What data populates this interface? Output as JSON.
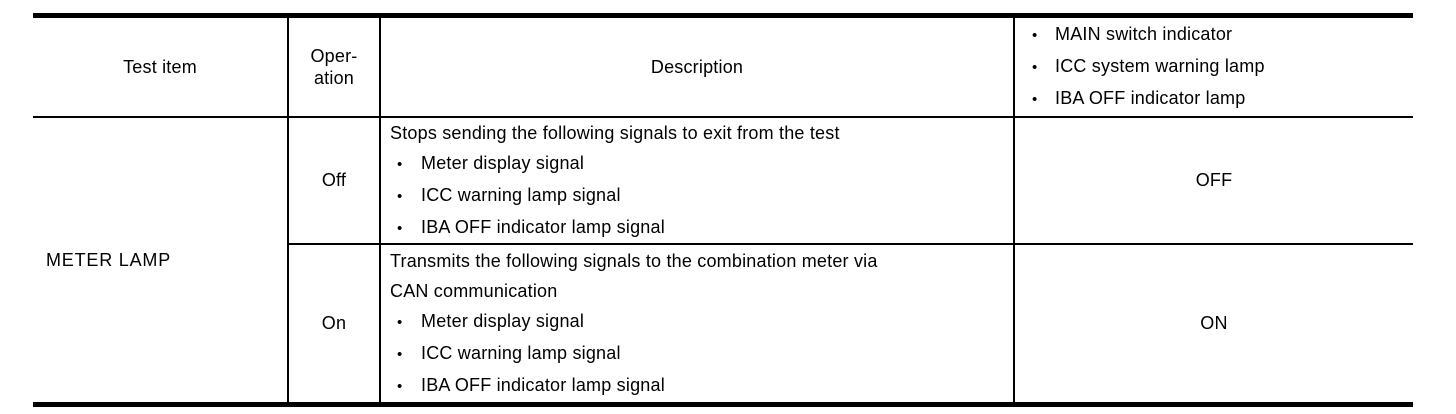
{
  "ui": {
    "bullet": "•"
  },
  "colors": {
    "border": "#000000",
    "background": "#ffffff",
    "text": "#000000"
  },
  "table": {
    "header": {
      "test_item": "Test item",
      "operation": "Oper-\nation",
      "description": "Description",
      "indicators": [
        "MAIN switch indicator",
        "ICC system warning lamp",
        "IBA OFF indicator lamp"
      ]
    },
    "body": {
      "test_item": "METER LAMP",
      "rows": [
        {
          "operation": "Off",
          "description_intro": "Stops sending the following signals to exit from the test",
          "description_bullets": [
            "Meter display signal",
            "ICC warning lamp signal",
            "IBA OFF indicator lamp signal"
          ],
          "result": "OFF"
        },
        {
          "operation": "On",
          "description_intro": "Transmits the following signals to the combination meter via\nCAN communication",
          "description_bullets": [
            "Meter display signal",
            "ICC warning lamp signal",
            "IBA OFF indicator lamp signal"
          ],
          "result": "ON"
        }
      ]
    }
  }
}
